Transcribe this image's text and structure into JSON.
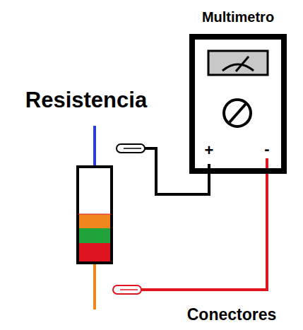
{
  "diagram": {
    "nodes": [
      {
        "text": [
          "Multimetro",
          "+",
          "-"
        ]
      }
    ],
    "labels": [
      "Resistencia",
      "Conectores"
    ]
  }
}
